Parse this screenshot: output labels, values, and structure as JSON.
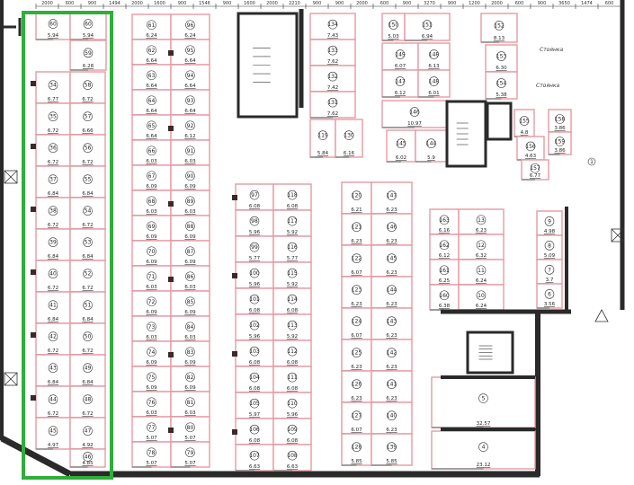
{
  "highlight_color": "#2fae3a",
  "partition_color": "#e79aa3",
  "wall_color": "#2a2a2a",
  "labels": {
    "parking_1": "Стоянка",
    "parking_2": "Стоянка"
  },
  "dimensions_top": [
    "2000",
    "600",
    "900",
    "1494",
    "2000",
    "1600",
    "900",
    "1546",
    "900",
    "1600",
    "2000",
    "2210",
    "900",
    "900",
    "2000",
    "600",
    "900",
    "3270",
    "900",
    "1200",
    "2000",
    "600",
    "900",
    "3650",
    "1474",
    "600"
  ],
  "column_a": {
    "top": [
      {
        "num": "60",
        "area": "5.94"
      },
      {
        "num": "59",
        "area": "6.28"
      }
    ],
    "rows": [
      [
        {
          "num": "34",
          "area": "6.77"
        },
        {
          "num": "58",
          "area": "6.72"
        }
      ],
      [
        {
          "num": "35",
          "area": "6.72"
        },
        {
          "num": "57",
          "area": "6.66"
        }
      ],
      [
        {
          "num": "36",
          "area": "6.72"
        },
        {
          "num": "56",
          "area": "6.72"
        }
      ],
      [
        {
          "num": "37",
          "area": "6.84"
        },
        {
          "num": "55",
          "area": "6.84"
        }
      ],
      [
        {
          "num": "38",
          "area": "6.72"
        },
        {
          "num": "54",
          "area": "6.72"
        }
      ],
      [
        {
          "num": "39",
          "area": "6.84"
        },
        {
          "num": "53",
          "area": "6.84"
        }
      ],
      [
        {
          "num": "40",
          "area": "6.72"
        },
        {
          "num": "52",
          "area": "6.72"
        }
      ],
      [
        {
          "num": "41",
          "area": "6.84"
        },
        {
          "num": "51",
          "area": "6.84"
        }
      ],
      [
        {
          "num": "42",
          "area": "6.72"
        },
        {
          "num": "50",
          "area": "6.72"
        }
      ],
      [
        {
          "num": "43",
          "area": "6.84"
        },
        {
          "num": "49",
          "area": "6.84"
        }
      ],
      [
        {
          "num": "44",
          "area": "6.72"
        },
        {
          "num": "48",
          "area": "6.72"
        }
      ],
      [
        {
          "num": "45",
          "area": "4.97"
        },
        {
          "num": "47",
          "area": "4.92"
        }
      ]
    ],
    "extra": {
      "num": "46",
      "area": "4.85"
    }
  },
  "column_b": [
    [
      {
        "num": "61",
        "area": "6.24"
      },
      {
        "num": "96",
        "area": "6.24"
      }
    ],
    [
      {
        "num": "62",
        "area": "6.64"
      },
      {
        "num": "95",
        "area": "6.64"
      }
    ],
    [
      {
        "num": "63",
        "area": "6.64"
      },
      {
        "num": "94",
        "area": "6.64"
      }
    ],
    [
      {
        "num": "64",
        "area": "6.64"
      },
      {
        "num": "93",
        "area": "6.64"
      }
    ],
    [
      {
        "num": "65",
        "area": "6.64"
      },
      {
        "num": "92",
        "area": "6.12"
      }
    ],
    [
      {
        "num": "66",
        "area": "6.03"
      },
      {
        "num": "91",
        "area": "6.03"
      }
    ],
    [
      {
        "num": "67",
        "area": "6.09"
      },
      {
        "num": "90",
        "area": "6.09"
      }
    ],
    [
      {
        "num": "68",
        "area": "6.03"
      },
      {
        "num": "89",
        "area": "6.03"
      }
    ],
    [
      {
        "num": "69",
        "area": "6.09"
      },
      {
        "num": "88",
        "area": "6.09"
      }
    ],
    [
      {
        "num": "70",
        "area": "6.09"
      },
      {
        "num": "87",
        "area": "6.09"
      }
    ],
    [
      {
        "num": "71",
        "area": "6.03"
      },
      {
        "num": "86",
        "area": "6.03"
      }
    ],
    [
      {
        "num": "72",
        "area": "6.09"
      },
      {
        "num": "85",
        "area": "6.09"
      }
    ],
    [
      {
        "num": "73",
        "area": "6.03"
      },
      {
        "num": "84",
        "area": "6.03"
      }
    ],
    [
      {
        "num": "74",
        "area": "6.09"
      },
      {
        "num": "83",
        "area": "6.09"
      }
    ],
    [
      {
        "num": "75",
        "area": "6.09"
      },
      {
        "num": "82",
        "area": "6.09"
      }
    ],
    [
      {
        "num": "76",
        "area": "6.03"
      },
      {
        "num": "81",
        "area": "6.03"
      }
    ],
    [
      {
        "num": "77",
        "area": "5.07"
      },
      {
        "num": "80",
        "area": "5.07"
      }
    ],
    [
      {
        "num": "78",
        "area": "5.07"
      },
      {
        "num": "79",
        "area": "5.07"
      }
    ]
  ],
  "column_c": [
    [
      {
        "num": "97",
        "area": "6.08"
      },
      {
        "num": "118",
        "area": "6.08"
      }
    ],
    [
      {
        "num": "98",
        "area": "5.96"
      },
      {
        "num": "117",
        "area": "5.92"
      }
    ],
    [
      {
        "num": "99",
        "area": "5.77"
      },
      {
        "num": "116",
        "area": "5.77"
      }
    ],
    [
      {
        "num": "100",
        "area": "5.96"
      },
      {
        "num": "115",
        "area": "5.92"
      }
    ],
    [
      {
        "num": "101",
        "area": "6.08"
      },
      {
        "num": "114",
        "area": "6.08"
      }
    ],
    [
      {
        "num": "102",
        "area": "5.96"
      },
      {
        "num": "113",
        "area": "5.92"
      }
    ],
    [
      {
        "num": "103",
        "area": "6.08"
      },
      {
        "num": "112",
        "area": "6.08"
      }
    ],
    [
      {
        "num": "104",
        "area": "6.08"
      },
      {
        "num": "111",
        "area": "6.08"
      }
    ],
    [
      {
        "num": "105",
        "area": "5.97"
      },
      {
        "num": "110",
        "area": "5.96"
      }
    ],
    [
      {
        "num": "106",
        "area": "6.08"
      },
      {
        "num": "109",
        "area": "6.08"
      }
    ],
    [
      {
        "num": "107",
        "area": "6.63"
      },
      {
        "num": "108",
        "area": "6.63"
      }
    ]
  ],
  "column_d": [
    [
      {
        "num": "120",
        "area": "6.21"
      },
      {
        "num": "147",
        "area": "6.23"
      }
    ],
    [
      {
        "num": "121",
        "area": "6.23"
      },
      {
        "num": "146",
        "area": "6.23"
      }
    ],
    [
      {
        "num": "122",
        "area": "6.07"
      },
      {
        "num": "145",
        "area": "6.23"
      }
    ],
    [
      {
        "num": "123",
        "area": "6.23"
      },
      {
        "num": "144",
        "area": "6.23"
      }
    ],
    [
      {
        "num": "124",
        "area": "6.07"
      },
      {
        "num": "143",
        "area": "6.23"
      }
    ],
    [
      {
        "num": "125",
        "area": "6.23"
      },
      {
        "num": "142",
        "area": "6.23"
      }
    ],
    [
      {
        "num": "126",
        "area": "6.23"
      },
      {
        "num": "141",
        "area": "6.23"
      }
    ],
    [
      {
        "num": "127",
        "area": "6.07"
      },
      {
        "num": "140",
        "area": "6.23"
      }
    ],
    [
      {
        "num": "128",
        "area": "5.85"
      },
      {
        "num": "139",
        "area": "5.85"
      }
    ]
  ],
  "top_block_1": [
    {
      "num": "134",
      "area": "7.43"
    },
    {
      "num": "133",
      "area": "7.62"
    },
    {
      "num": "132",
      "area": "7.42"
    },
    {
      "num": "131",
      "area": "7.62"
    },
    {
      "num": "119",
      "area": "5.84"
    },
    {
      "num": "130",
      "area": "6.16"
    }
  ],
  "top_block_2": [
    {
      "num": "150",
      "area": "5.03"
    },
    {
      "num": "151",
      "area": "6.94"
    },
    {
      "num": "149",
      "area": "6.07"
    },
    {
      "num": "148",
      "area": "6.13"
    },
    {
      "num": "147",
      "area": "6.12"
    },
    {
      "num": "148",
      "area": "6.01"
    },
    {
      "num": "146",
      "area": "10.97"
    },
    {
      "num": "145",
      "area": "6.02"
    },
    {
      "num": "144",
      "area": "5.9"
    }
  ],
  "top_block_3": [
    {
      "num": "152",
      "area": "8.13"
    },
    {
      "num": "153",
      "area": "6.30"
    },
    {
      "num": "154",
      "area": "5.38"
    },
    {
      "num": "155",
      "area": "4.8"
    },
    {
      "num": "156",
      "area": "4.63"
    },
    {
      "num": "157",
      "area": "6.77"
    },
    {
      "num": "158",
      "area": "3.86"
    },
    {
      "num": "159",
      "area": "3.86"
    }
  ],
  "right_block": [
    [
      {
        "num": "163",
        "area": "6.16"
      },
      {
        "num": "13",
        "area": "6.23"
      }
    ],
    [
      {
        "num": "162",
        "area": "6.12"
      },
      {
        "num": "12",
        "area": "6.32"
      }
    ],
    [
      {
        "num": "161",
        "area": "6.25"
      },
      {
        "num": "11",
        "area": "6.24"
      }
    ],
    [
      {
        "num": "160",
        "area": "6.38"
      },
      {
        "num": "10",
        "area": "6.24"
      }
    ]
  ],
  "right_small": [
    {
      "num": "9",
      "area": "4.98"
    },
    {
      "num": "8",
      "area": "5.09"
    },
    {
      "num": "7",
      "area": "3.7"
    },
    {
      "num": "6",
      "area": "3.56"
    }
  ],
  "large_rooms": [
    {
      "num": "5",
      "area": "32.57"
    },
    {
      "num": "4",
      "area": "23.12"
    }
  ],
  "room_marker": "1"
}
